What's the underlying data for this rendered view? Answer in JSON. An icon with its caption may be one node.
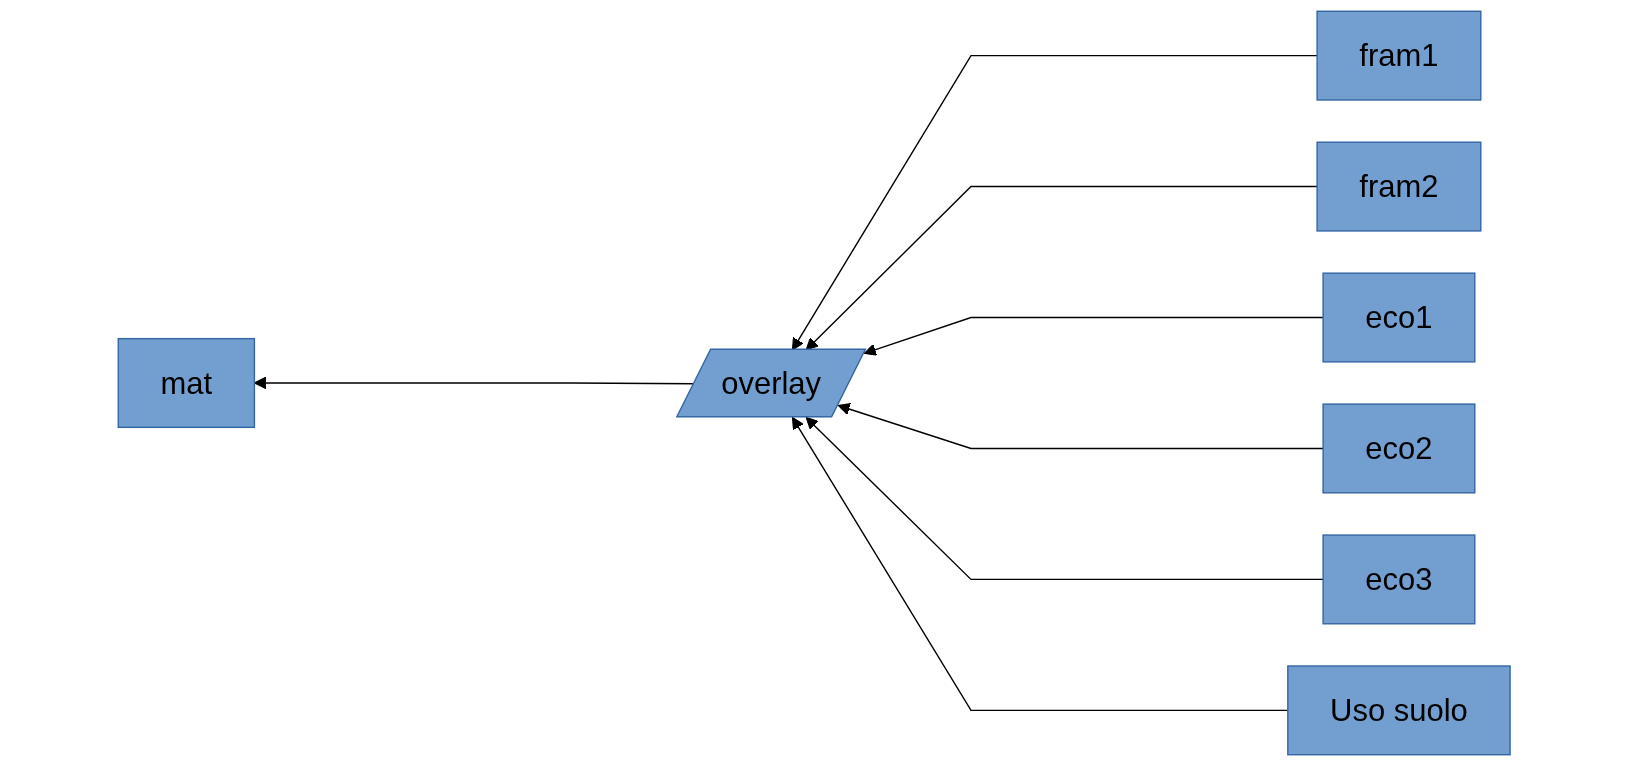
{
  "diagram": {
    "nodes": [
      {
        "text": [
          "mat"
        ]
      },
      {
        "text": [
          "overlay"
        ]
      },
      {
        "text": [
          "fram1"
        ]
      },
      {
        "text": [
          "fram2"
        ]
      },
      {
        "text": [
          "eco1"
        ]
      },
      {
        "text": [
          "eco2"
        ]
      },
      {
        "text": [
          "eco3"
        ]
      },
      {
        "text": [
          "Uso suolo"
        ]
      }
    ],
    "edges": [
      {
        "from": 2,
        "to": 1,
        "arrow": "to"
      },
      {
        "from": 3,
        "to": 1,
        "arrow": "to"
      },
      {
        "from": 4,
        "to": 1,
        "arrow": "to"
      },
      {
        "from": 5,
        "to": 1,
        "arrow": "to"
      },
      {
        "from": 6,
        "to": 1,
        "arrow": "to"
      },
      {
        "from": 7,
        "to": 1,
        "arrow": "to"
      },
      {
        "from": 1,
        "to": 0,
        "arrow": "to"
      }
    ]
  }
}
